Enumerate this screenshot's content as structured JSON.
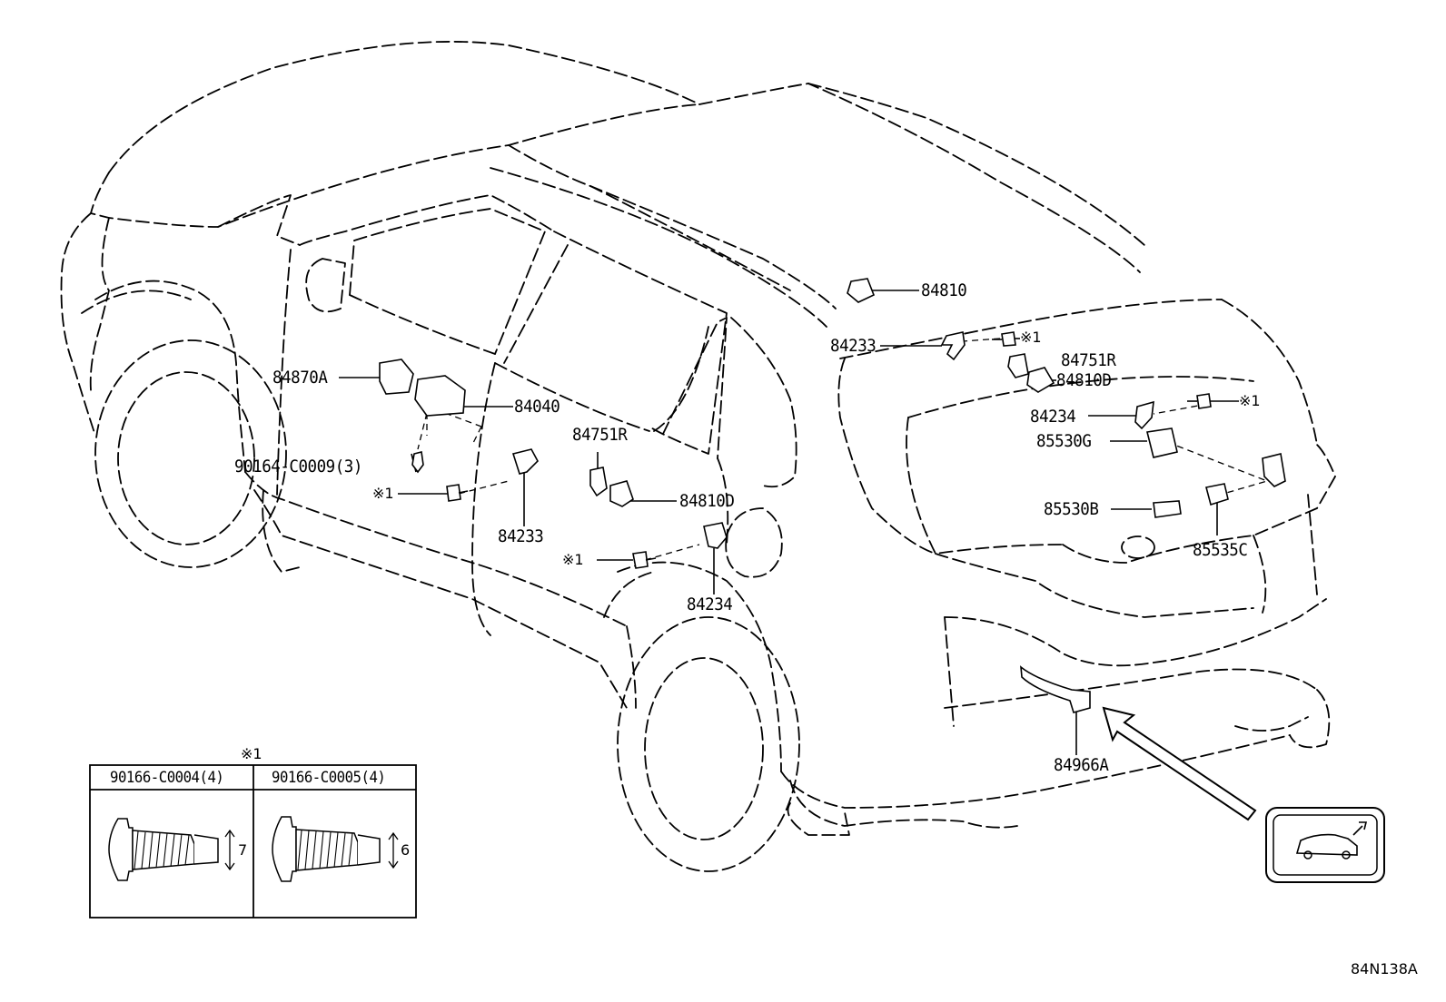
{
  "labels": {
    "p84810": "84810",
    "p84233_top": "84233",
    "mark_top1": "※1",
    "p84751R_right": "84751R",
    "p84810D_right": "84810D",
    "p84234_right": "84234",
    "mark_right1": "※1",
    "p85530G": "85530G",
    "p85530B": "85530B",
    "p85535C": "85535C",
    "p84870A": "84870A",
    "p84040": "84040",
    "p90164": "90164-C0009(3)",
    "mark_left1": "※1",
    "p84233_left": "84233",
    "p84751R_mid": "84751R",
    "p84810D_mid": "84810D",
    "mark_mid1": "※1",
    "p84234_mid": "84234",
    "p84966A": "84966A"
  },
  "bolt_table": {
    "heading_mark": "※1",
    "col1_part": "90166-C0004(4)",
    "col2_part": "90166-C0005(4)",
    "col1_dim": "7",
    "col2_dim": "6"
  },
  "figure_id": "84N138A",
  "icon": "power-back-door-icon"
}
